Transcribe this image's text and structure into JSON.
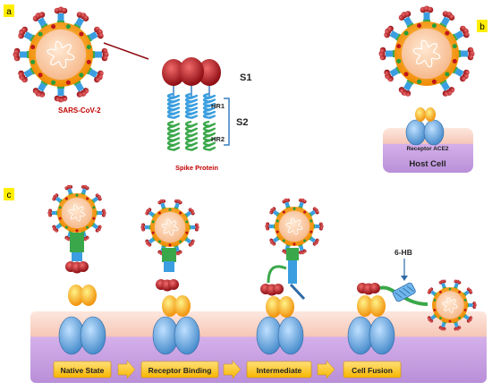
{
  "panel_labels": {
    "a": "a",
    "b": "b",
    "c": "c"
  },
  "panel_a": {
    "virus_label": "SARS-CoV-2",
    "spike_label": "Spike Protein",
    "s1_label": "S1",
    "s2_label": "S2",
    "hr1_label": "HR1",
    "hr2_label": "HR2"
  },
  "panel_b": {
    "receptor_label": "Receptor ACE2",
    "cell_label": "Host Cell"
  },
  "panel_c": {
    "bundle_label": "6-HB",
    "stages": [
      "Native State",
      "Receptor Binding",
      "Intermediate",
      "Cell Fusion"
    ]
  },
  "colors": {
    "label_yellow": "#ffee00",
    "virus_outer": "#f08a00",
    "virus_inner": "#fdd3a8",
    "membrane_envelope": "#2a9d3a",
    "spike_head_red": "#c0161c",
    "spike_stalk_blue": "#3a9ee0",
    "spike_green": "#3aa84a",
    "receptor_blue": "#5aa7e0",
    "receptor_yellow": "#f4c400",
    "cell_pink": "#f6c7b7",
    "cell_purple": "#c59ee0",
    "stage_box": "#ffcc33",
    "label_red": "#c00000"
  }
}
